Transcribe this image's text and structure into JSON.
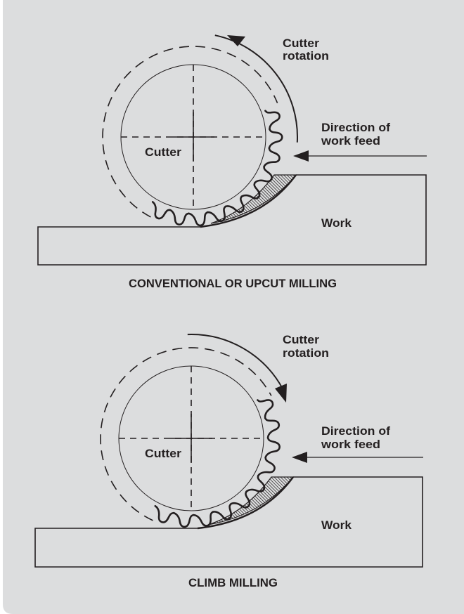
{
  "colors": {
    "background": "#dcddde",
    "ink": "#231f20",
    "page": "#ffffff"
  },
  "figures": [
    {
      "id": "conventional",
      "caption": "CONVENTIONAL OR UPCUT MILLING",
      "cutter_label": "Cutter",
      "rotation_label_line1": "Cutter",
      "rotation_label_line2": "rotation",
      "rotation_direction": "counterclockwise",
      "feed_label_line1": "Direction of",
      "feed_label_line2": "work feed",
      "feed_direction": "left",
      "work_label": "Work"
    },
    {
      "id": "climb",
      "caption": "CLIMB MILLING",
      "cutter_label": "Cutter",
      "rotation_label_line1": "Cutter",
      "rotation_label_line2": "rotation",
      "rotation_direction": "clockwise",
      "feed_label_line1": "Direction of",
      "feed_label_line2": "work feed",
      "feed_direction": "left",
      "work_label": "Work"
    }
  ]
}
